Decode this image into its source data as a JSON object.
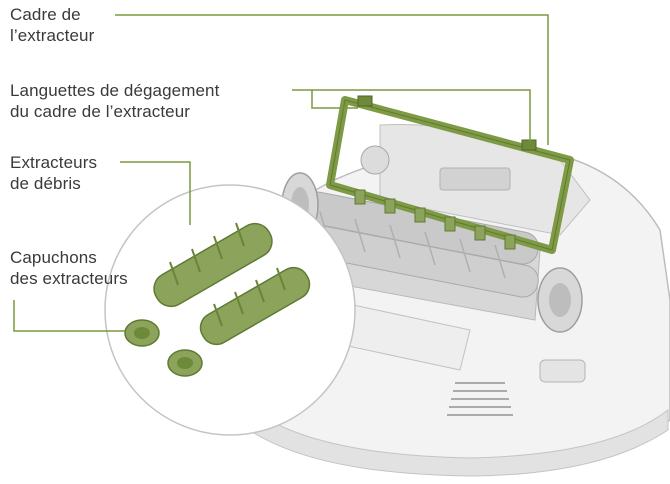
{
  "colors": {
    "accent": "#7a9a3f",
    "part_green": "#8ba35a",
    "part_green_dark": "#5f7a33",
    "robot_body": "#f1f1f1",
    "robot_outline": "#bdbdbd",
    "brush_grey": "#c8c8c8",
    "text": "#3a3a3a"
  },
  "labels": {
    "cadre": {
      "line1": "Cadre de",
      "line2": "l’extracteur"
    },
    "languettes": {
      "line1": "Languettes de dégagement",
      "line2": "du cadre de l’extracteur"
    },
    "extracteurs": {
      "line1": "Extracteurs",
      "line2": "de débris"
    },
    "capuchons": {
      "line1": "Capuchons",
      "line2": "des extracteurs"
    }
  }
}
